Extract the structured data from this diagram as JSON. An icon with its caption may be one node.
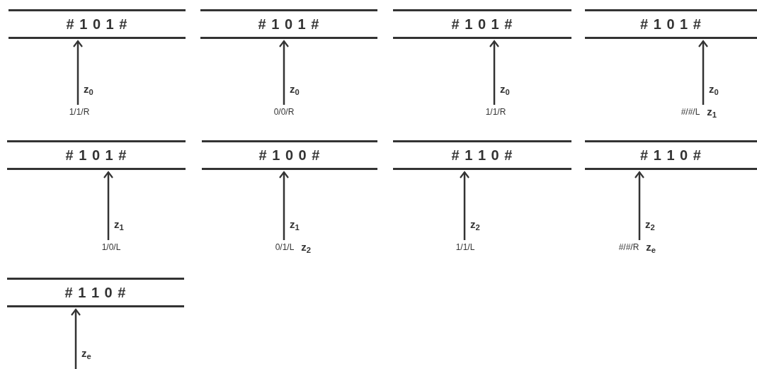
{
  "diagram": {
    "nodes": [
      {
        "text": [
          "# 1 0 1 #"
        ]
      },
      {
        "text": [
          "1/1/R"
        ]
      },
      {
        "text": [
          "# 1 0 1 #"
        ]
      },
      {
        "text": [
          "0/0/R"
        ]
      },
      {
        "text": [
          "# 1 0 1 #"
        ]
      },
      {
        "text": [
          "1/1/R"
        ]
      },
      {
        "text": [
          "# 1 0 1 #"
        ]
      },
      {
        "text": [
          "#/#/L"
        ],
        "beside": [
          "z$_{1}$"
        ]
      },
      {
        "text": [
          "# 1 0 1 #"
        ]
      },
      {
        "text": [
          "1/0/L"
        ]
      },
      {
        "text": [
          "# 1 0 0 #"
        ]
      },
      {
        "text": [
          "0/1/L"
        ],
        "beside": [
          "z$_{2}$"
        ]
      },
      {
        "text": [
          "# 1 1 0 #"
        ]
      },
      {
        "text": [
          "1/1/L"
        ]
      },
      {
        "text": [
          "# 1 1 0 #"
        ]
      },
      {
        "text": [
          "#/#/R"
        ],
        "beside": [
          "z$_{e}$"
        ]
      },
      {
        "text": [
          "# 1 1 0 #"
        ]
      }
    ],
    "edges": [
      {
        "from": 1,
        "to": 0,
        "arrow": "to",
        "label": "z$_{0}$"
      },
      {
        "from": 3,
        "to": 2,
        "arrow": "to",
        "label": "z$_{0}$"
      },
      {
        "from": 5,
        "to": 4,
        "arrow": "to",
        "label": "z$_{0}$"
      },
      {
        "from": 7,
        "to": 6,
        "arrow": "to",
        "label": "z$_{0}$"
      },
      {
        "from": 9,
        "to": 8,
        "arrow": "to",
        "label": "z$_{1}$"
      },
      {
        "from": 11,
        "to": 10,
        "arrow": "to",
        "label": "z$_{1}$"
      },
      {
        "from": 13,
        "to": 12,
        "arrow": "to",
        "label": "z$_{2}$"
      },
      {
        "from": 15,
        "to": 14,
        "arrow": "to",
        "label": "z$_{2}$"
      },
      {
        "from": null,
        "to": 16,
        "arrow": "to",
        "label": "z$_{e}$"
      }
    ]
  }
}
